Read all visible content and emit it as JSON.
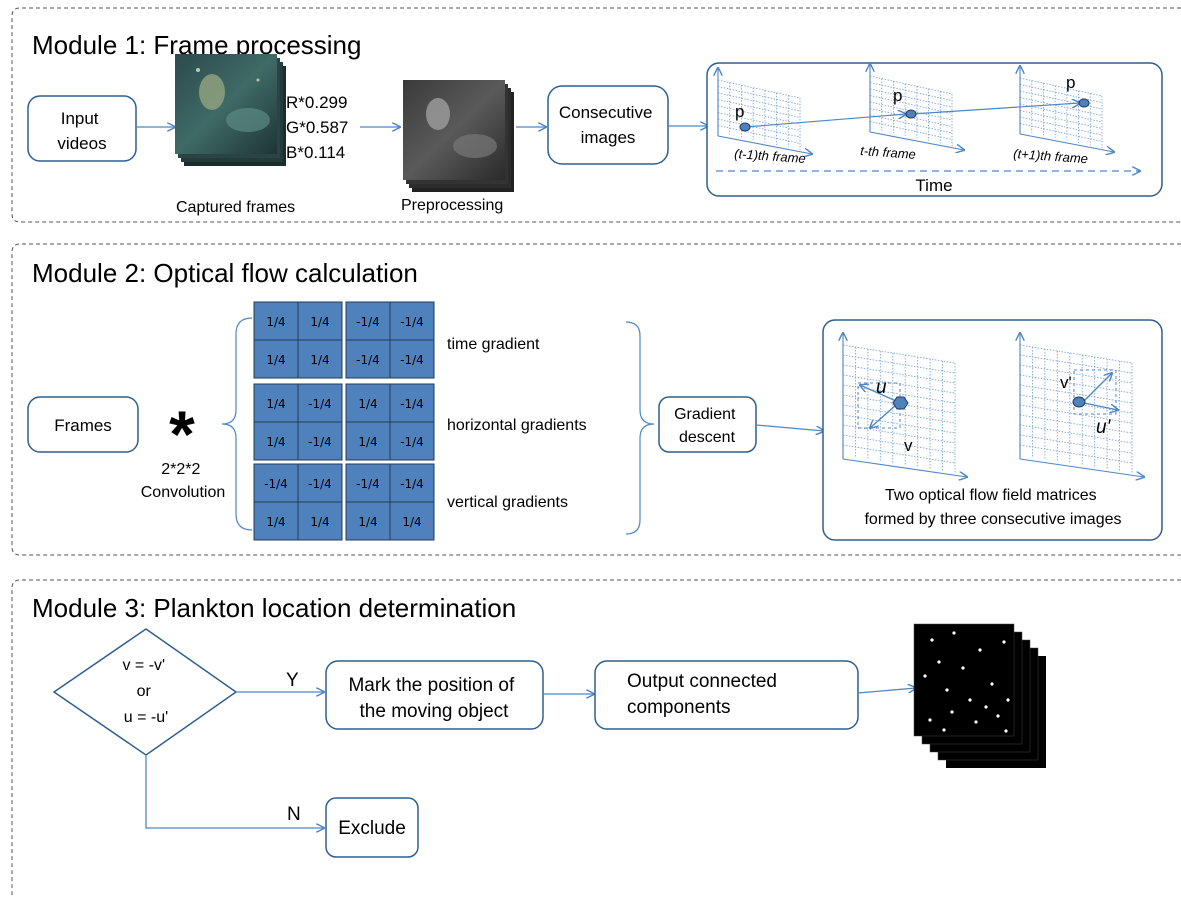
{
  "colors": {
    "box_stroke": "#2e5f91",
    "arrow": "#4f86c6",
    "grid": "#7ea8d8",
    "kernel_fill": "#4f81bd",
    "kernel_stroke": "#1f3c5a",
    "point_fill": "#4f81bd",
    "module_border": "#555555"
  },
  "module1": {
    "title": "Module 1: Frame processing",
    "input_box": [
      "Input",
      "videos"
    ],
    "gray_weights": [
      "R*0.299",
      "G*0.587",
      "B*0.114"
    ],
    "captured_caption": "Captured frames",
    "preprocessing_caption": "Preprocessing",
    "consecutive_box": [
      "Consecutive",
      "images"
    ],
    "point_labels": [
      "p",
      "p",
      "p"
    ],
    "frame_labels": [
      "(t-1)th frame",
      "t-th frame",
      "(t+1)th frame"
    ],
    "time_label": "Time"
  },
  "module2": {
    "title": "Module 2: Optical flow calculation",
    "frames_box": "Frames",
    "conv_symbol": "*",
    "conv_labels": [
      "2*2*2",
      "Convolution"
    ],
    "kernels": [
      {
        "label": "time gradient",
        "left": [
          [
            "1/4",
            "1/4"
          ],
          [
            "1/4",
            "1/4"
          ]
        ],
        "right": [
          [
            "-1/4",
            "-1/4"
          ],
          [
            "-1/4",
            "-1/4"
          ]
        ]
      },
      {
        "label": "horizontal gradients",
        "left": [
          [
            "1/4",
            "-1/4"
          ],
          [
            "1/4",
            "-1/4"
          ]
        ],
        "right": [
          [
            "1/4",
            "-1/4"
          ],
          [
            "1/4",
            "-1/4"
          ]
        ]
      },
      {
        "label": "vertical gradients",
        "left": [
          [
            "-1/4",
            "-1/4"
          ],
          [
            "1/4",
            "1/4"
          ]
        ],
        "right": [
          [
            "-1/4",
            "-1/4"
          ],
          [
            "1/4",
            "1/4"
          ]
        ]
      }
    ],
    "gradient_box": [
      "Gradient",
      "descent"
    ],
    "flow_labels": {
      "u": "u",
      "v": "v",
      "u_prime": "u'",
      "v_prime": "v'"
    },
    "flow_caption": [
      "Two optical flow field matrices",
      "formed by three consecutive images"
    ]
  },
  "module3": {
    "title": "Module 3: Plankton location determination",
    "condition": [
      "v = -v'",
      "or",
      "u = -u'"
    ],
    "yes_label": "Y",
    "no_label": "N",
    "mark_box": [
      "Mark the position of",
      "the moving object"
    ],
    "output_box": [
      "Output connected",
      "components"
    ],
    "exclude_box": "Exclude"
  }
}
